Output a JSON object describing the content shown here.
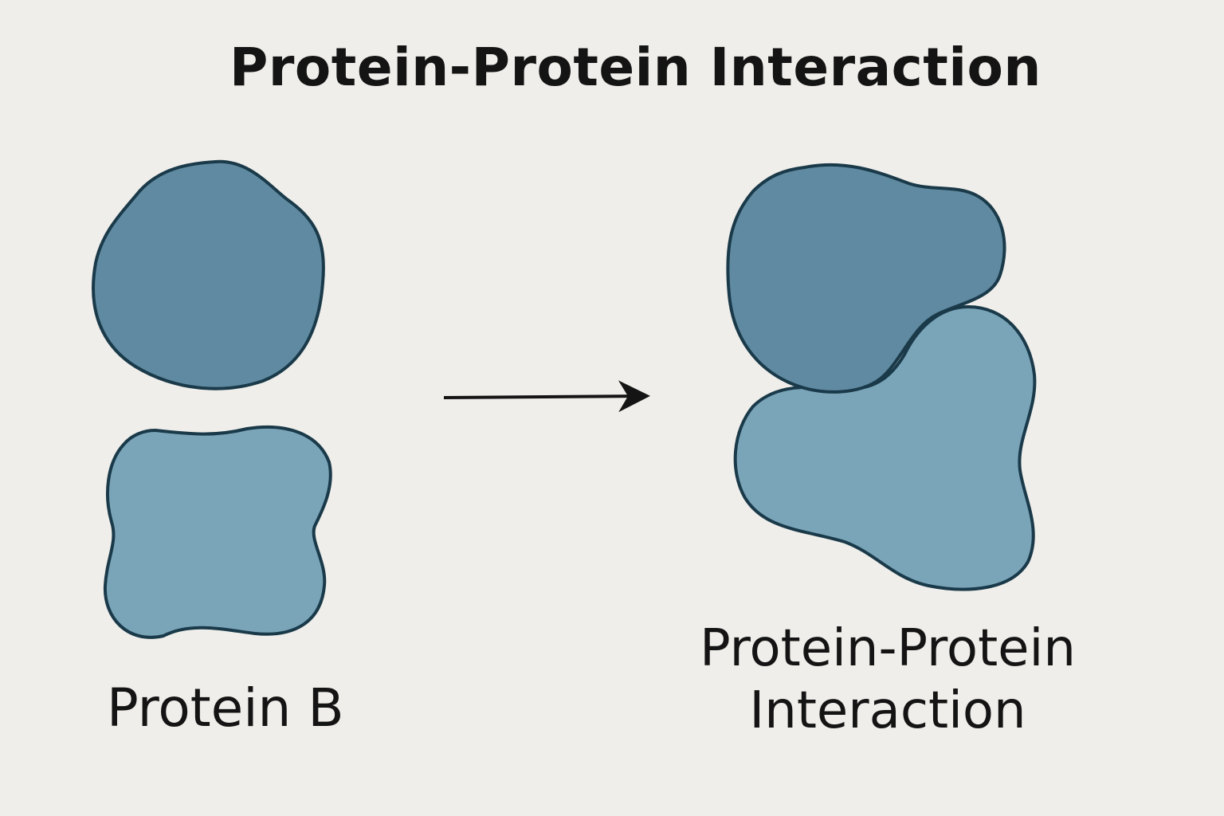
{
  "title": "Protein-Protein Interaction",
  "labels": {
    "protein_b": "Protein B",
    "complex_line1": "Protein-Protein",
    "complex_line2": "Interaction"
  },
  "colors": {
    "background": "#f0eeea",
    "dark_protein": "#5f8aa1",
    "light_protein": "#7aa5b9",
    "outline": "#1a3a4a",
    "arrow": "#141414",
    "text": "#141414"
  }
}
